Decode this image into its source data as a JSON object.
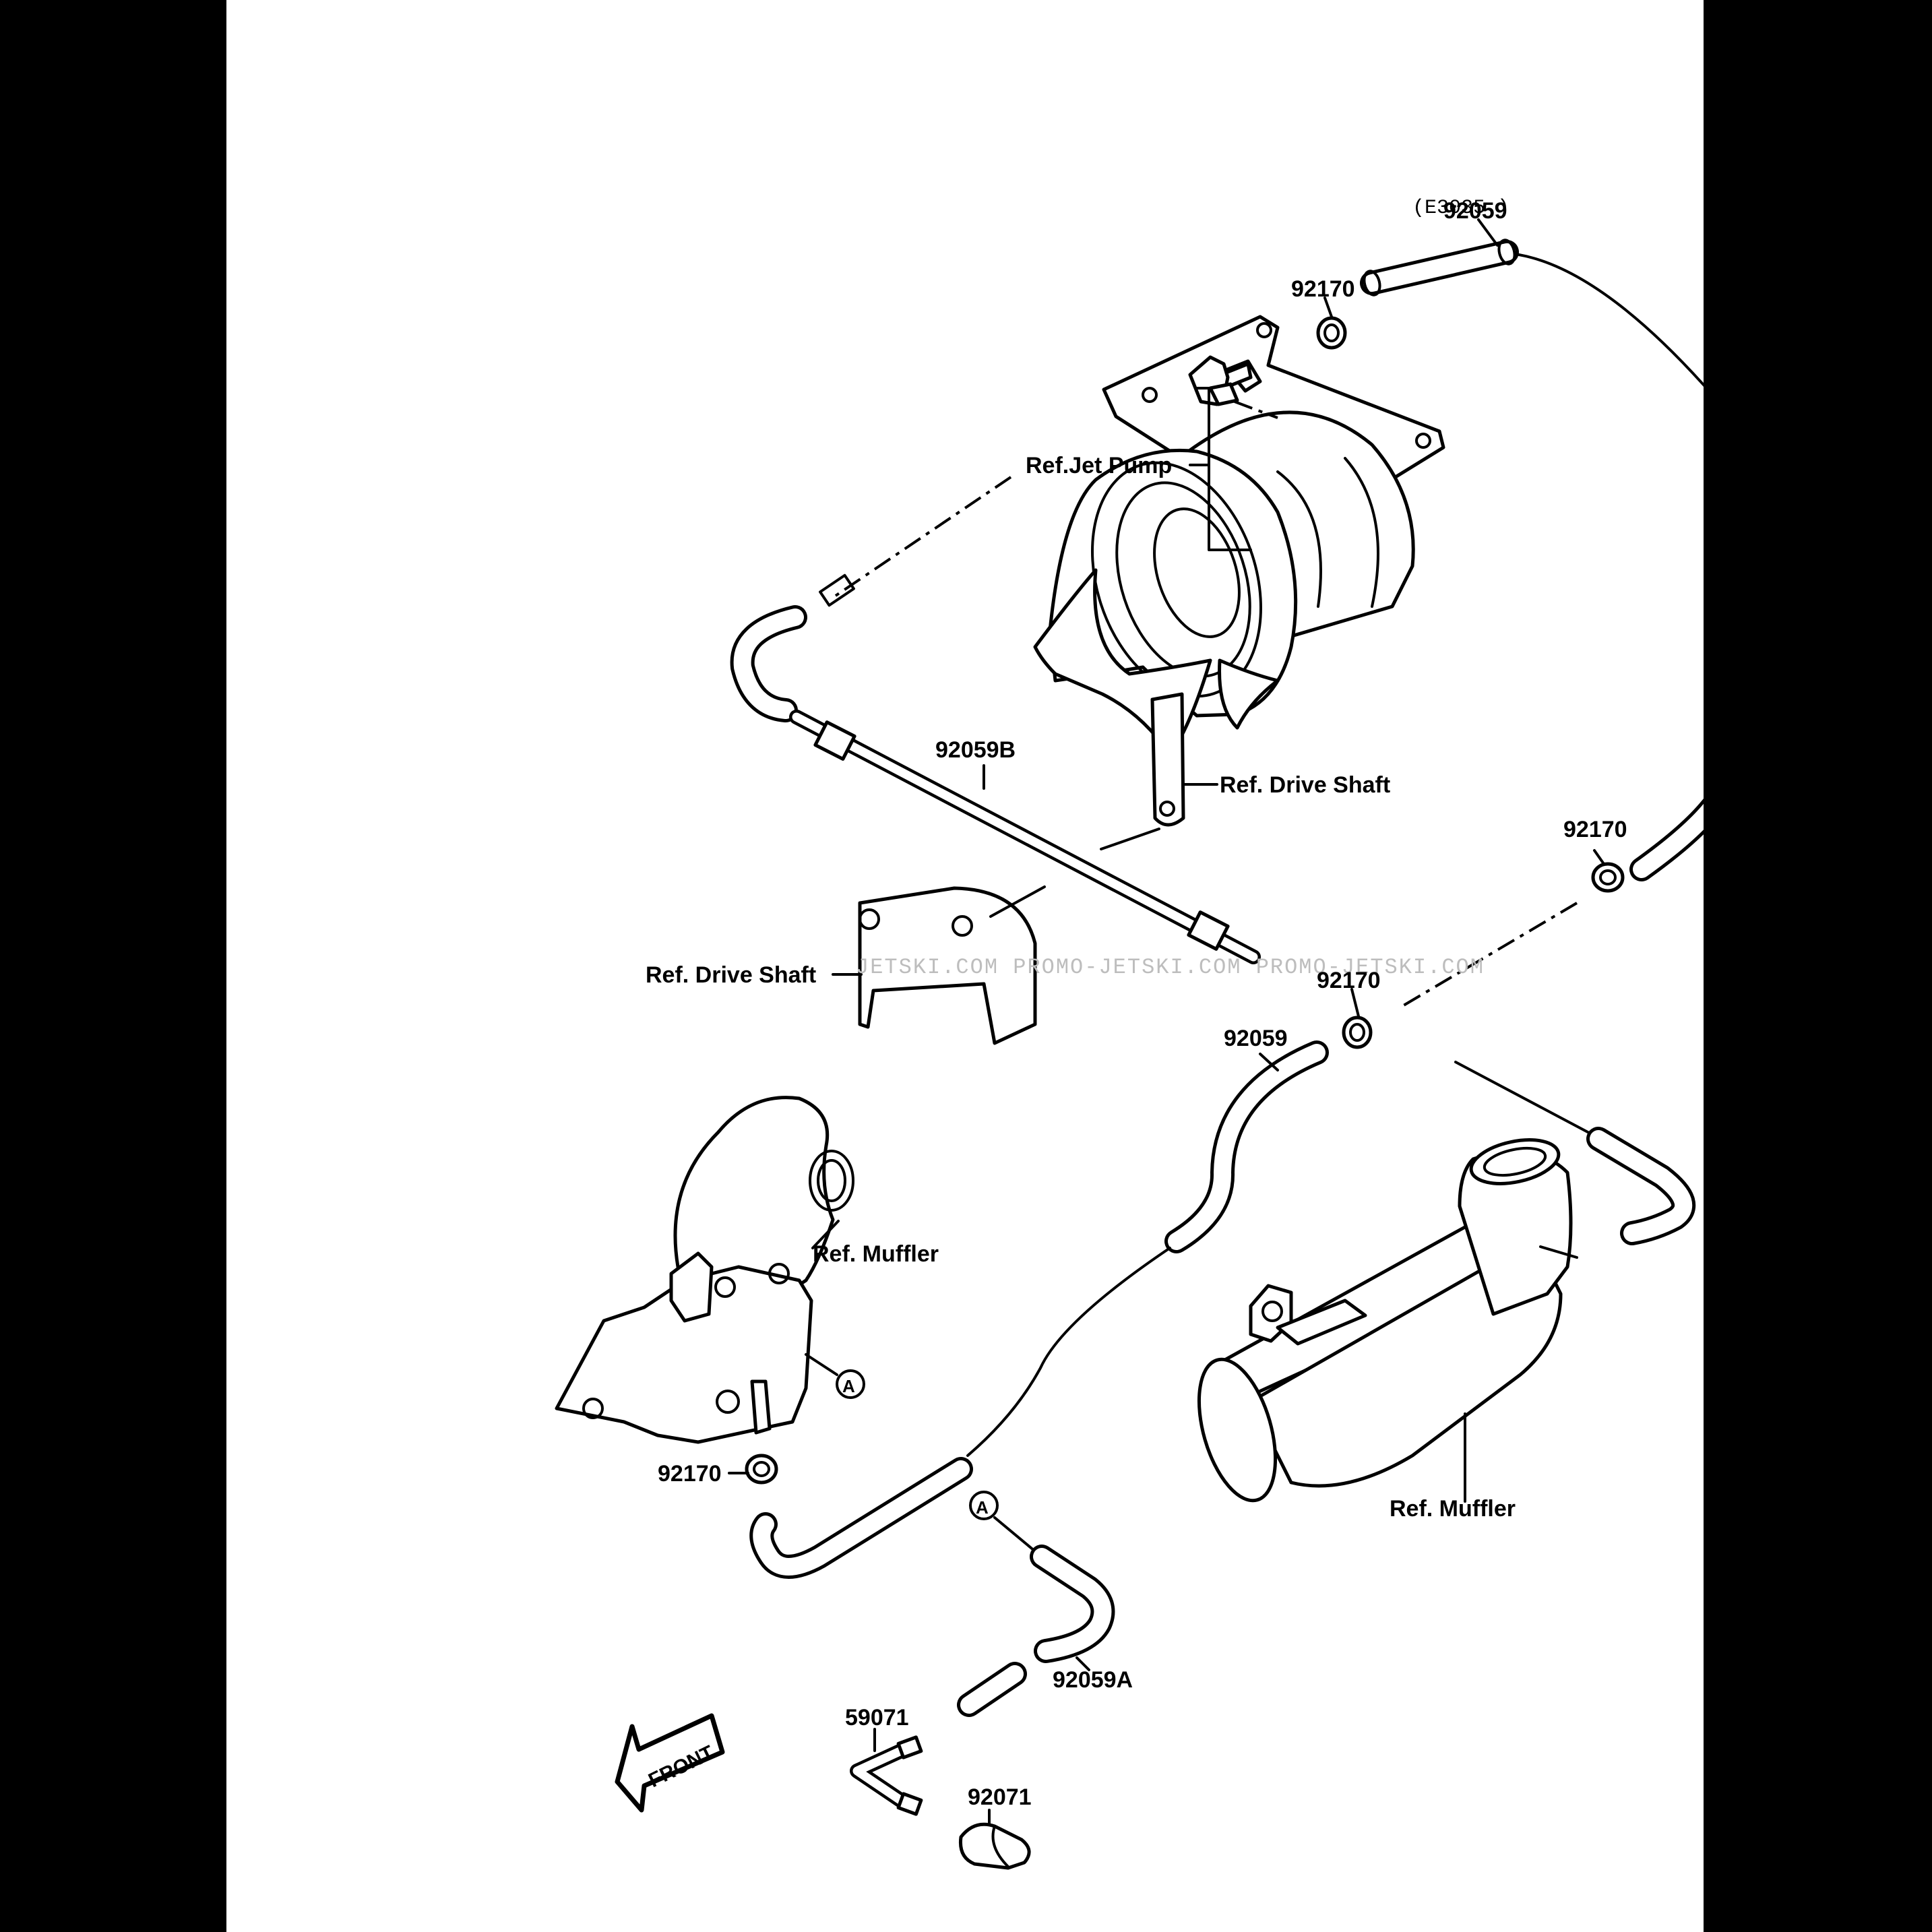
{
  "diagram_code": "(E3035 )",
  "watermark": "JETSKI.COM  PROMO-JETSKI.COM  PROMO-JETSKI.COM",
  "labels": {
    "hose_top": "92059",
    "clamp_top": "92170",
    "ref_jet_pump": "Ref.Jet Pump",
    "hose_long": "92059B",
    "ref_drive_shaft_right": "Ref. Drive Shaft",
    "clamp_right": "92170",
    "ref_drive_shaft_left": "Ref. Drive Shaft",
    "clamp_middle": "92170",
    "hose_middle": "92059",
    "ref_muffler_left": "Ref. Muffler",
    "marker_a": "A",
    "clamp_bottom": "92170",
    "marker_a_2": "A",
    "ref_muffler_right": "Ref. Muffler",
    "hose_bottom": "92059A",
    "fitting": "59071",
    "cap": "92071",
    "front_arrow": "FRONT"
  }
}
